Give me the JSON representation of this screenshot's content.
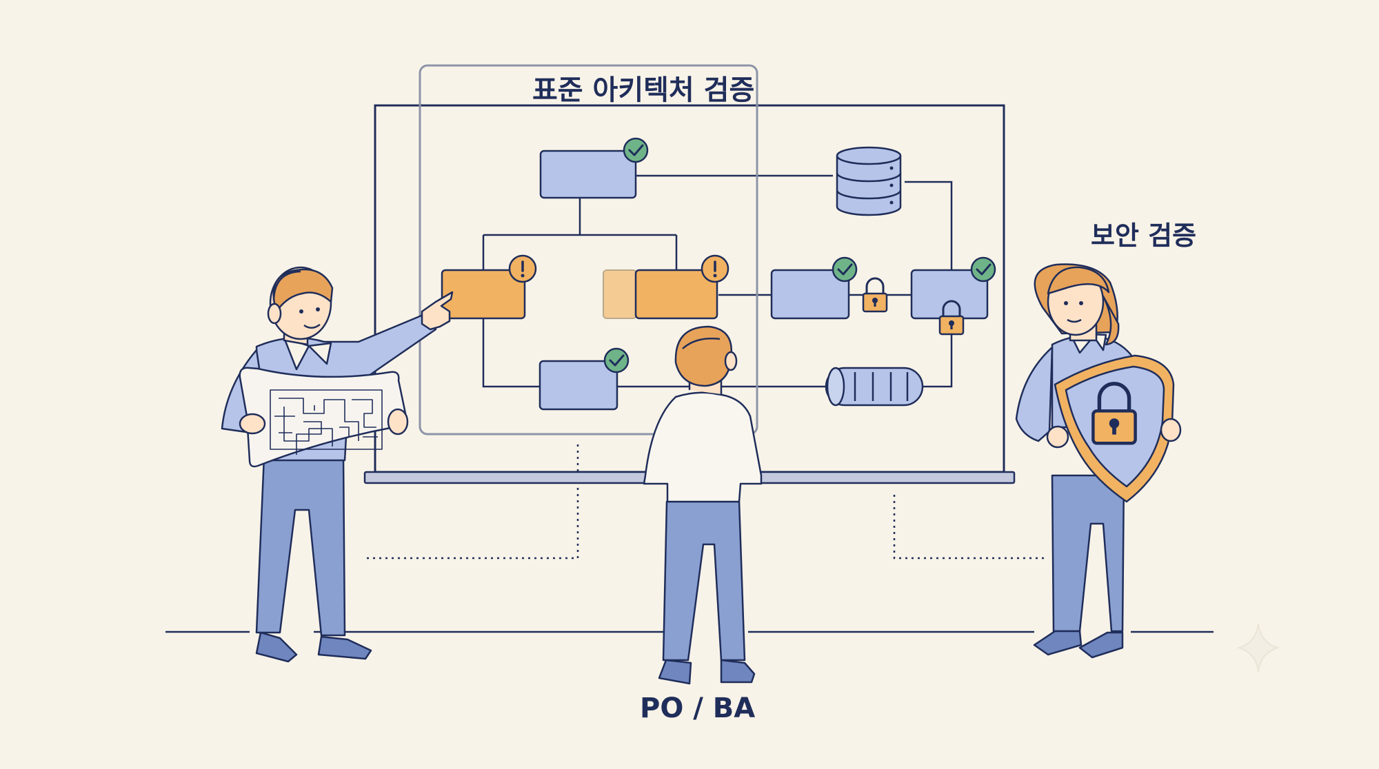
{
  "labels": {
    "architecture_review": "표준 아키텍처 검증",
    "security_review": "보안 검증",
    "po_ba": "PO / BA"
  },
  "colors": {
    "background": "#f8f3e8",
    "ink": "#1f2d5a",
    "blue_node": "#b5c4e8",
    "orange_node": "#f1b262",
    "check_badge": "#6fb489",
    "warning_badge": "#f1b262",
    "pants": "#8aa0d0",
    "shirt": "#b5c4e8",
    "hair": "#e7a35a",
    "skin": "#fde2c8"
  },
  "nodes": [
    {
      "name": "top-service",
      "kind": "service",
      "status": "check"
    },
    {
      "name": "left-service",
      "kind": "service",
      "status": "warning"
    },
    {
      "name": "middle-service",
      "kind": "service",
      "status": "warning"
    },
    {
      "name": "bottom-service",
      "kind": "service",
      "status": "check"
    },
    {
      "name": "database",
      "kind": "database",
      "status": "none"
    },
    {
      "name": "secure-service-a",
      "kind": "service",
      "status": "check"
    },
    {
      "name": "secure-service-b",
      "kind": "service",
      "status": "check"
    },
    {
      "name": "message-queue",
      "kind": "queue",
      "status": "none"
    }
  ]
}
